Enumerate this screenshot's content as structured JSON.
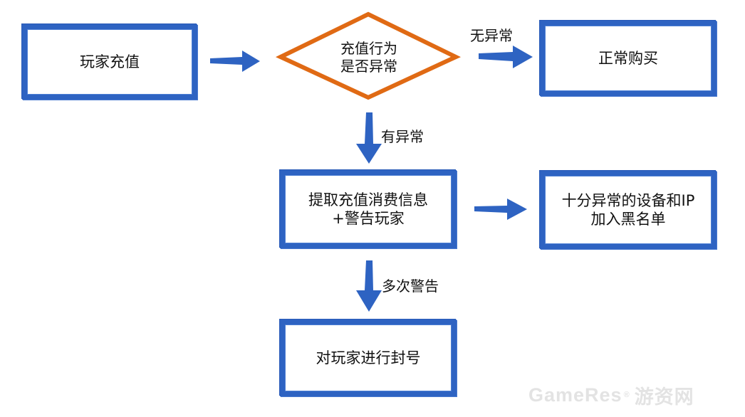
{
  "nodes": {
    "recharge": "玩家充值",
    "check_line1": "充值行为",
    "check_line2": "是否异常",
    "normal": "正常购买",
    "extract_line1": "提取充值消费信息",
    "extract_line2": "+警告玩家",
    "blacklist_line1": "十分异常的设备和IP",
    "blacklist_line2": "加入黑名单",
    "ban": "对玩家进行封号"
  },
  "edges": {
    "no_anomaly": "无异常",
    "has_anomaly": "有异常",
    "repeated_warning": "多次警告"
  },
  "watermark": {
    "brand": "GameRes",
    "mark": "®",
    "site": "游资网"
  },
  "colors": {
    "box_border": "#2e63c2",
    "diamond_border": "#e06a14",
    "arrow": "#2e63c2"
  }
}
